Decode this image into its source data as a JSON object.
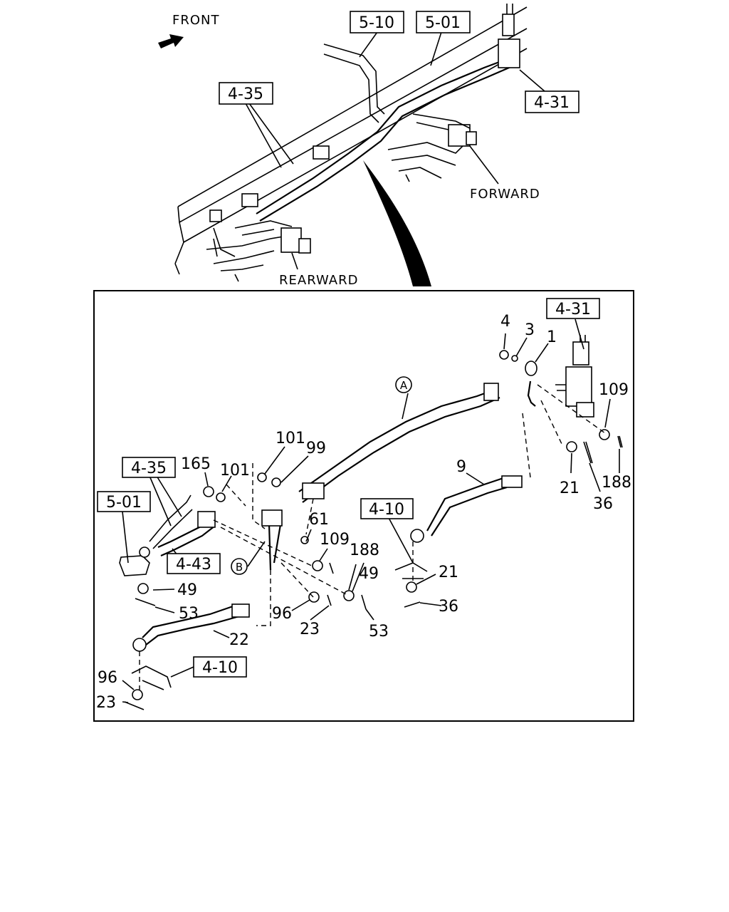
{
  "overview": {
    "front_label": "FRONT",
    "forward_label": "FORWARD",
    "rearward_label": "REARWARD",
    "refs": [
      "5-10",
      "5-01",
      "4-35",
      "4-31"
    ]
  },
  "detail": {
    "refs": [
      "4-31",
      "4-10",
      "4-35",
      "5-01",
      "4-43",
      "4-10"
    ],
    "circles": [
      "A",
      "B"
    ],
    "parts": [
      "4",
      "3",
      "1",
      "109",
      "21",
      "36",
      "188",
      "9",
      "101",
      "99",
      "101",
      "165",
      "61",
      "109",
      "188",
      "49",
      "21",
      "36",
      "49",
      "53",
      "96",
      "23",
      "53",
      "22",
      "96",
      "23"
    ]
  }
}
